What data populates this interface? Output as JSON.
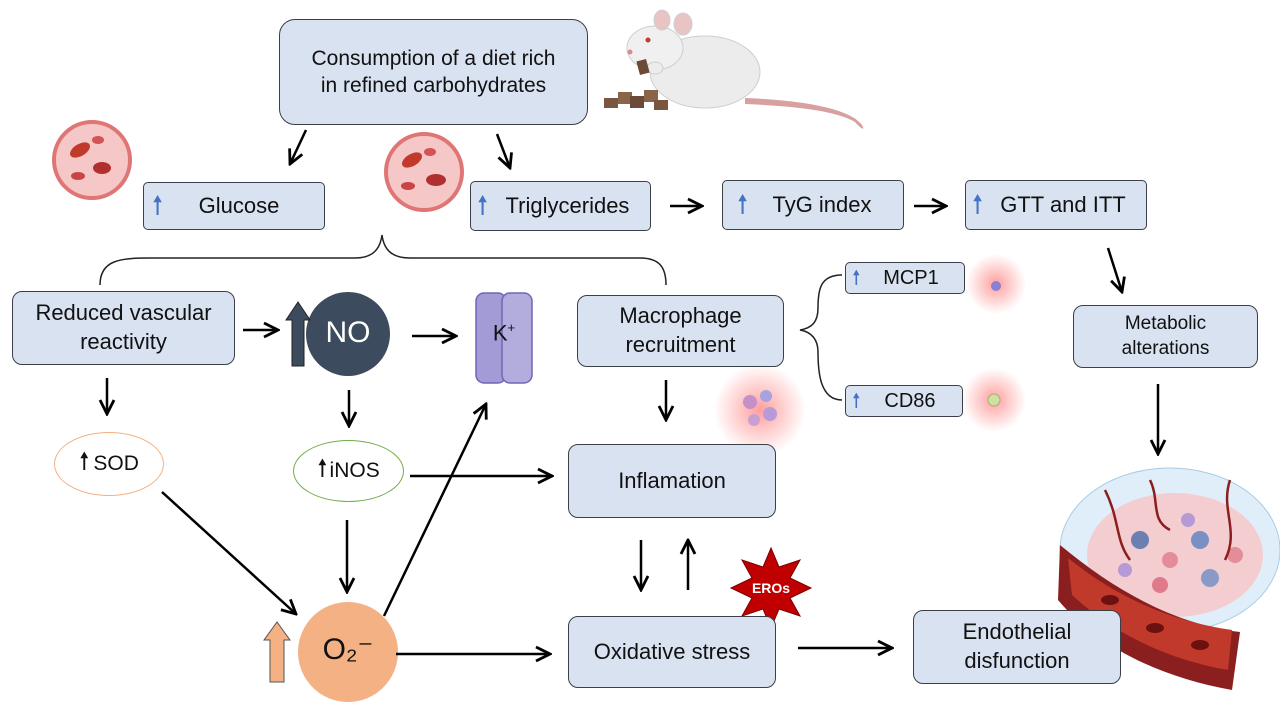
{
  "nodes": {
    "diet": "Consumption of a diet rich\nin refined carbohydrates",
    "glucose": "Glucose",
    "triglycerides": "Triglycerides",
    "tyg": "TyG index",
    "gtt": "GTT and ITT",
    "vascular": "Reduced vascular\nreactivity",
    "no": "NO",
    "k": "K",
    "k_sup": "+",
    "macrophage": "Macrophage\nrecruitment",
    "mcp1": "MCP1",
    "cd86": "CD86",
    "metabolic": "Metabolic\nalterations",
    "sod": "SOD",
    "inos": "iNOS",
    "inflammation": "Inflamation",
    "superoxide": "O₂⁻",
    "oxidative": "Oxidative stress",
    "eros": "EROs",
    "endothelial": "Endothelial\ndisfunction"
  },
  "colors": {
    "box_fill": "#d9e2f1",
    "box_border": "#3b3f47",
    "up_arrow_blue": "#4472c4",
    "no_circle": "#3d4b5e",
    "superoxide_fill": "#f4b183",
    "eros_star": "#c00000",
    "sod_border": "#f4b183",
    "inos_border": "#70ad47",
    "k_channel": "#a29bd6"
  },
  "icons": [
    "up-arrow-icon",
    "rat-illustration",
    "blood-cell-icon",
    "potassium-channel-icon",
    "macrophage-icon",
    "tissue-vessel-illustration",
    "eros-star-icon"
  ]
}
